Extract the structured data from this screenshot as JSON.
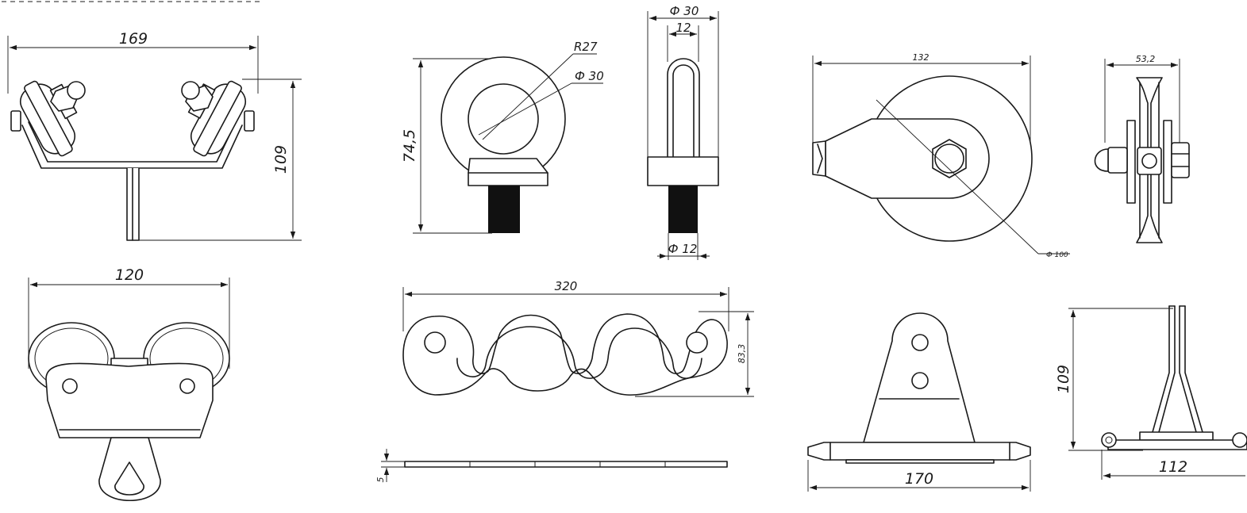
{
  "trolley_side": {
    "width": "169",
    "height": "109"
  },
  "trolley_front": {
    "width": "120"
  },
  "eye_bolt_front": {
    "height": "74,5",
    "outer_radius": "R27",
    "inner_diameter": "Ф 30"
  },
  "eye_bolt_side": {
    "ring_diameter": "Ф 30",
    "ring_width": "12",
    "thread_diameter": "Ф 12"
  },
  "cable_clip": {
    "length": "320",
    "height": "83,3",
    "thickness": "5"
  },
  "pulley_front": {
    "length": "132",
    "wheel_diameter": "Ф 100"
  },
  "pulley_side": {
    "width": "53,2"
  },
  "bracket_front": {
    "width": "170"
  },
  "bracket_side": {
    "height": "109",
    "width": "112"
  },
  "colors": {
    "line": "#1a1a1a",
    "background": "#ffffff"
  }
}
